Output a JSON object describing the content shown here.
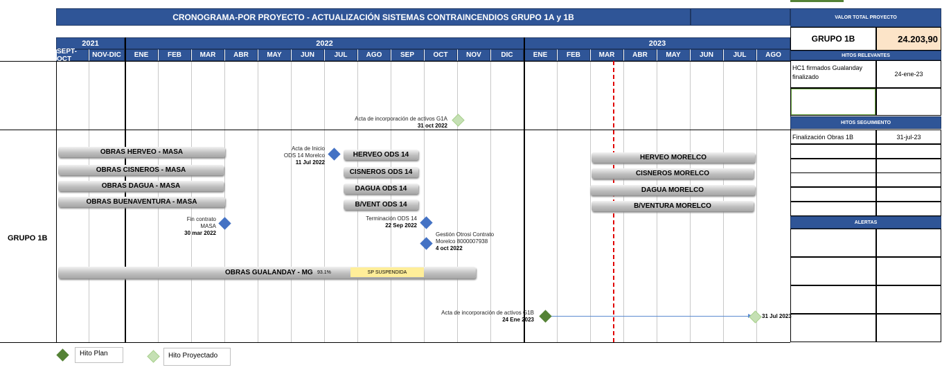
{
  "header": {
    "title": "CRONOGRAMA-POR PROYECTO  - ACTUALIZACIÓN SISTEMAS CONTRAINCENDIOS GRUPO 1A y 1B",
    "years": [
      "2021",
      "2022",
      "2023"
    ],
    "months": [
      "SEPT-OCT",
      "NOV-DIC",
      "ENE",
      "FEB",
      "MAR",
      "ABR",
      "MAY",
      "JUN",
      "JUL",
      "AGO",
      "SEP",
      "OCT",
      "NOV",
      "DIC",
      "ENE",
      "FEB",
      "MAR",
      "ABR",
      "MAY",
      "JUN",
      "JUL",
      "AGO"
    ]
  },
  "group_label": "GRUPO 1B",
  "bars": {
    "masa": [
      "OBRAS HERVEO - MASA",
      "OBRAS CISNEROS - MASA",
      "OBRAS DAGUA - MASA",
      "OBRAS BUENAVENTURA - MASA"
    ],
    "ods": [
      "HERVEO ODS 14",
      "CISNEROS ODS 14",
      "DAGUA ODS 14",
      "B/VENT  ODS 14"
    ],
    "morelco": [
      "HERVEO MORELCO",
      "CISNEROS MORELCO",
      "DAGUA MORELCO",
      "B/VENTURA MORELCO"
    ],
    "gualanday": {
      "label": "OBRAS GUALANDAY - MG",
      "progress": "93.1%",
      "status": "SP SUSPENDIDA"
    }
  },
  "milestones": {
    "acta_g1a": {
      "line1": "Acta de incorporación de activos G1A",
      "date": "31 oct 2022"
    },
    "acta_inicio": {
      "line1": "Acta de Inicio",
      "line2": "ODS 14 Morelco",
      "date": "11 Jul 2022"
    },
    "fin_contrato": {
      "line1": "Fin contrato",
      "line2": "MASA",
      "date": "30 mar 2022"
    },
    "terminacion": {
      "line1": "Terminación  ODS 14",
      "date": "22 Sep 2022"
    },
    "gestion": {
      "line1": "Gestión Otrosi Contrato",
      "line2": "Morelco 8000007938",
      "date": "4 oct 2022"
    },
    "acta_g1b": {
      "line1": "Acta de incorporación de activos G1B",
      "date": "24 Ene 2023"
    },
    "proyectado_end": {
      "date": "31 Jul  2023"
    }
  },
  "legend": {
    "plan": "Hito Plan",
    "proyectado": "Hito Proyectado"
  },
  "side": {
    "valor_header": "VALOR TOTAL PROYECTO",
    "grupo": "GRUPO 1B",
    "valor": "24.203,90",
    "hitos_relevantes_header": "HITOS RELEVANTES",
    "hito_relevante": {
      "text": "HC1 firmados  Gualanday finalizado",
      "date": "24-ene-23"
    },
    "hitos_seguimiento_header": "HITOS SEGUIMIENTO",
    "hito_seguimiento": {
      "text": "Finalización Obras 1B",
      "date": "31-jul-23"
    },
    "alertas_header": "ALERTAS"
  },
  "colors": {
    "header_blue": "#2f5597",
    "plan_green": "#548235",
    "projected_green": "#c5e0b4",
    "milestone_blue": "#4472c4",
    "today_line": "#e00000",
    "value_bg": "#fce4c8"
  }
}
